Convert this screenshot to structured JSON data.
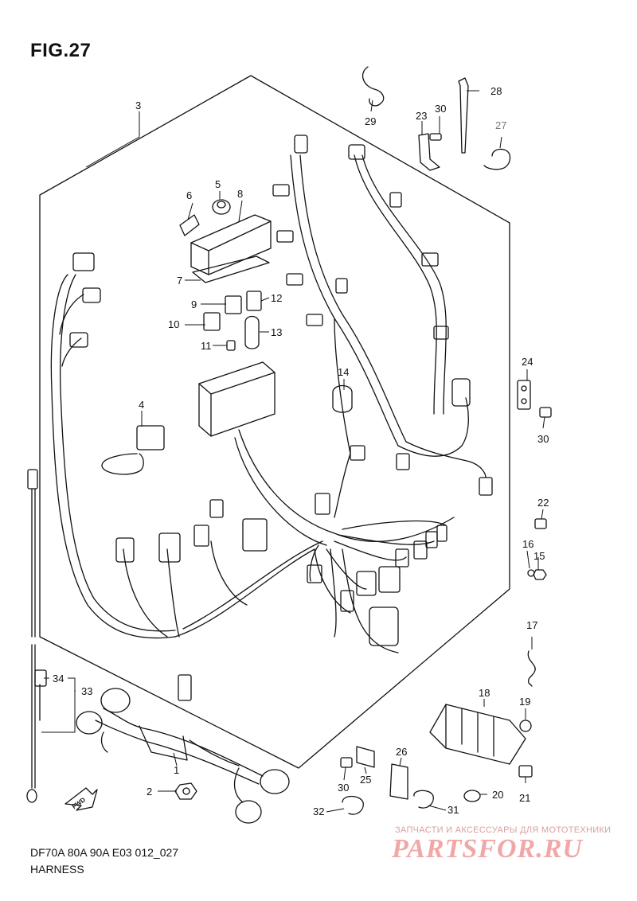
{
  "figure": {
    "title": "FIG.27",
    "code": "DF70A 80A 90A E03 012_027",
    "name": "HARNESS"
  },
  "fwd_label": "FWD",
  "watermark": {
    "tagline": "ЗАПЧАСТИ И АКСЕССУАРЫ ДЛЯ МОТОТЕХНИКИ",
    "logo": "PARTSFOR.RU"
  },
  "callouts": [
    "1",
    "2",
    "3",
    "4",
    "5",
    "6",
    "7",
    "8",
    "9",
    "10",
    "11",
    "12",
    "13",
    "14",
    "15",
    "16",
    "17",
    "18",
    "19",
    "20",
    "21",
    "22",
    "23",
    "24",
    "25",
    "26",
    "27",
    "28",
    "29",
    "30",
    "30",
    "30",
    "31",
    "32",
    "33",
    "34"
  ],
  "colors": {
    "line": "#111111",
    "muted": "#777777",
    "watermark": "#f1a7a7"
  }
}
